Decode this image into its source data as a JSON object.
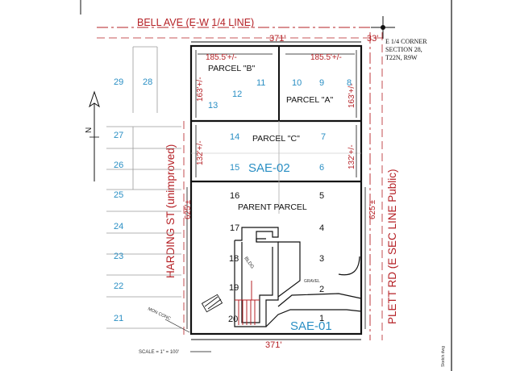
{
  "roads": {
    "bell_ave": "BELL AVE (E-W 1/4 LINE)",
    "harding_st": "HARDING ST (unimproved)",
    "plett_rd": "PLETT RD (E SEC LINE Public)"
  },
  "corner_label": {
    "line1": "E 1/4 CORNER",
    "line2": "SECTION 28,",
    "line3": "T22N, R9W"
  },
  "dimensions": {
    "top": "371'",
    "bottom": "371'",
    "corner_offset": "33'",
    "parcel_b_width": "185.5'+/-",
    "parcel_a_width": "185.5'+/-",
    "west_parcel_b": "163'+/-",
    "east_parcel_a": "163'+/-",
    "west_parcel_c": "132'+/-",
    "east_parcel_c": "132'+/-",
    "west_total": "625'±",
    "east_total": "625'±"
  },
  "parcels": {
    "b": "PARCEL \"B\"",
    "a": "PARCEL \"A\"",
    "c": "PARCEL \"C\"",
    "parent": "PARENT   PARCEL"
  },
  "easements": {
    "sae02": "SAE-02",
    "sae01": "SAE-01"
  },
  "lot_numbers": {
    "west": [
      "29",
      "28",
      "27",
      "26",
      "25",
      "24",
      "23",
      "22",
      "21"
    ],
    "inner": [
      "13",
      "12",
      "11",
      "10",
      "9",
      "8",
      "14",
      "7",
      "15",
      "6",
      "16",
      "5",
      "17",
      "4",
      "18",
      "3",
      "19",
      "2",
      "20",
      "1"
    ]
  },
  "annotations": {
    "mon": "MON CONC",
    "bldg": "BLDG",
    "gravel": "GRAVEL"
  },
  "north_label": "N",
  "scale": "SCALE = 1\" = 100'",
  "footer": "Sketch.dwg",
  "colors": {
    "line": "#111111",
    "red": "#b52025",
    "blue": "#2a8fc4"
  }
}
